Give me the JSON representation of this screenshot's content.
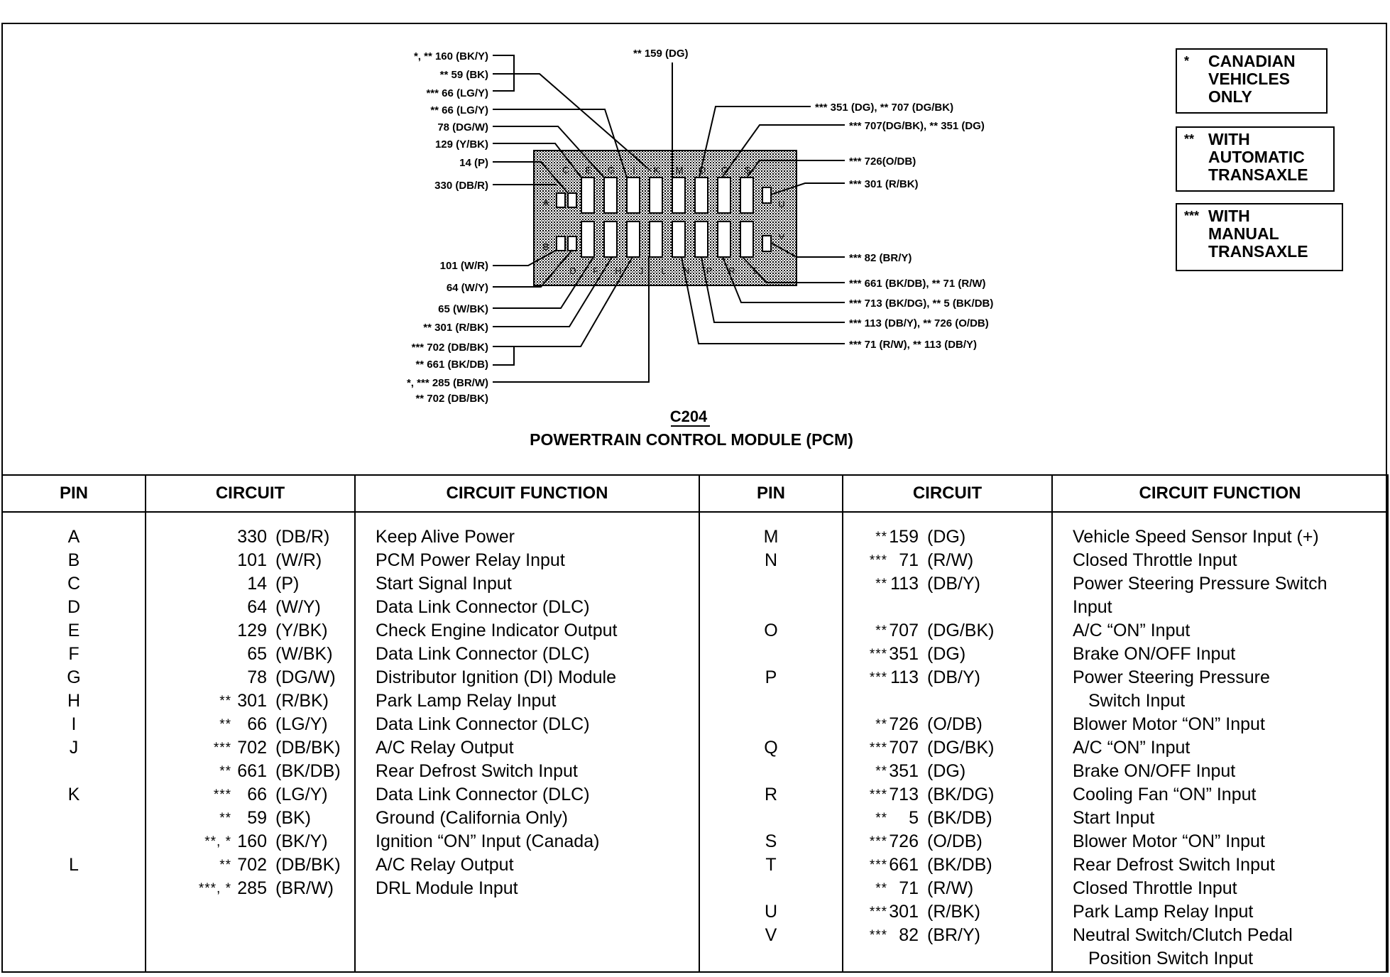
{
  "connector": {
    "id": "C204",
    "name": "POWERTRAIN CONTROL MODULE (PCM)",
    "pin_letters_top": [
      "C",
      "E",
      "G",
      "I",
      "K",
      "M",
      "O",
      "Q",
      "S"
    ],
    "pin_letters_bottom": [
      "D",
      "F",
      "H",
      "J",
      "L",
      "N",
      "P",
      "R",
      "T"
    ],
    "side_letters": [
      "A",
      "B",
      "U",
      "V"
    ]
  },
  "callouts_left": [
    "*, ** 160 (BK/Y)",
    "** 59 (BK)",
    "*** 66 (LG/Y)",
    "** 66 (LG/Y)",
    "78 (DG/W)",
    "129 (Y/BK)",
    "14 (P)",
    "330 (DB/R)",
    "101 (W/R)",
    "64 (W/Y)",
    "65 (W/BK)",
    "** 301 (R/BK)",
    "*** 702 (DB/BK)",
    "** 661 (BK/DB)",
    "*, *** 285 (BR/W)",
    "** 702 (DB/BK)"
  ],
  "callout_top": "** 159 (DG)",
  "callouts_right": [
    "*** 351 (DG), ** 707 (DG/BK)",
    "*** 707(DG/BK), ** 351 (DG)",
    "*** 726(O/DB)",
    "*** 301 (R/BK)",
    "*** 82 (BR/Y)",
    "*** 661 (BK/DB), ** 71 (R/W)",
    "*** 713 (BK/DG), ** 5 (BK/DB)",
    "*** 113 (DB/Y), ** 726 (O/DB)",
    "*** 71 (R/W), ** 113 (DB/Y)"
  ],
  "notes": [
    {
      "mark": "*",
      "text": "CANADIAN\nVEHICLES\nONLY"
    },
    {
      "mark": "**",
      "text": "WITH\nAUTOMATIC\nTRANSAXLE"
    },
    {
      "mark": "***",
      "text": "WITH\nMANUAL\nTRANSAXLE"
    }
  ],
  "table": {
    "headers": [
      "PIN",
      "CIRCUIT",
      "CIRCUIT FUNCTION",
      "PIN",
      "CIRCUIT",
      "CIRCUIT FUNCTION"
    ],
    "left_rows": [
      {
        "pin": "A",
        "mark": "",
        "num": "330",
        "color": "(DB/R)",
        "func": "Keep Alive Power"
      },
      {
        "pin": "B",
        "mark": "",
        "num": "101",
        "color": "(W/R)",
        "func": "PCM Power Relay Input"
      },
      {
        "pin": "C",
        "mark": "",
        "num": "14",
        "color": "(P)",
        "func": "Start Signal Input"
      },
      {
        "pin": "D",
        "mark": "",
        "num": "64",
        "color": "(W/Y)",
        "func": "Data Link Connector (DLC)"
      },
      {
        "pin": "E",
        "mark": "",
        "num": "129",
        "color": "(Y/BK)",
        "func": "Check Engine Indicator Output"
      },
      {
        "pin": "F",
        "mark": "",
        "num": "65",
        "color": "(W/BK)",
        "func": "Data Link Connector (DLC)"
      },
      {
        "pin": "G",
        "mark": "",
        "num": "78",
        "color": "(DG/W)",
        "func": "Distributor Ignition (DI) Module"
      },
      {
        "pin": "H",
        "mark": "**",
        "num": "301",
        "color": "(R/BK)",
        "func": "Park Lamp Relay Input"
      },
      {
        "pin": "I",
        "mark": "**",
        "num": "66",
        "color": "(LG/Y)",
        "func": "Data Link Connector (DLC)"
      },
      {
        "pin": "J",
        "mark": "***",
        "num": "702",
        "color": "(DB/BK)",
        "func": "A/C Relay Output"
      },
      {
        "pin": "",
        "mark": "**",
        "num": "661",
        "color": "(BK/DB)",
        "func": "Rear Defrost Switch Input"
      },
      {
        "pin": "K",
        "mark": "***",
        "num": "66",
        "color": "(LG/Y)",
        "func": "Data Link Connector (DLC)"
      },
      {
        "pin": "",
        "mark": "**",
        "num": "59",
        "color": "(BK)",
        "func": "Ground (California Only)"
      },
      {
        "pin": "",
        "mark": "**, *",
        "num": "160",
        "color": "(BK/Y)",
        "func": "Ignition “ON” Input (Canada)"
      },
      {
        "pin": "L",
        "mark": "**",
        "num": "702",
        "color": "(DB/BK)",
        "func": "A/C Relay Output"
      },
      {
        "pin": "",
        "mark": "***, *",
        "num": "285",
        "color": "(BR/W)",
        "func": "DRL Module Input"
      }
    ],
    "right_rows": [
      {
        "pin": "M",
        "mark": "**",
        "num": "159",
        "color": "(DG)",
        "func": "Vehicle Speed Sensor Input (+)"
      },
      {
        "pin": "N",
        "mark": "***",
        "num": "71",
        "color": "(R/W)",
        "func": "Closed Throttle Input"
      },
      {
        "pin": "",
        "mark": "**",
        "num": "113",
        "color": "(DB/Y)",
        "func": "Power Steering Pressure Switch"
      },
      {
        "pin": "",
        "mark": "",
        "num": "",
        "color": "",
        "func": "Input"
      },
      {
        "pin": "O",
        "mark": "**",
        "num": "707",
        "color": "(DG/BK)",
        "func": "A/C “ON” Input"
      },
      {
        "pin": "",
        "mark": "***",
        "num": "351",
        "color": "(DG)",
        "func": "Brake ON/OFF Input"
      },
      {
        "pin": "P",
        "mark": "***",
        "num": "113",
        "color": "(DB/Y)",
        "func": "Power Steering Pressure"
      },
      {
        "pin": "",
        "mark": "",
        "num": "",
        "color": "",
        "func": "Switch Input",
        "indent": true
      },
      {
        "pin": "",
        "mark": "**",
        "num": "726",
        "color": "(O/DB)",
        "func": "Blower Motor “ON” Input"
      },
      {
        "pin": "Q",
        "mark": "***",
        "num": "707",
        "color": "(DG/BK)",
        "func": "A/C “ON” Input"
      },
      {
        "pin": "",
        "mark": "**",
        "num": "351",
        "color": "(DG)",
        "func": "Brake ON/OFF Input"
      },
      {
        "pin": "R",
        "mark": "***",
        "num": "713",
        "color": "(BK/DG)",
        "func": "Cooling Fan “ON” Input"
      },
      {
        "pin": "",
        "mark": "**",
        "num": "5",
        "color": "(BK/DB)",
        "func": "Start Input"
      },
      {
        "pin": "S",
        "mark": "***",
        "num": "726",
        "color": "(O/DB)",
        "func": "Blower Motor “ON” Input"
      },
      {
        "pin": "T",
        "mark": "***",
        "num": "661",
        "color": "(BK/DB)",
        "func": "Rear Defrost Switch Input"
      },
      {
        "pin": "",
        "mark": "**",
        "num": "71",
        "color": "(R/W)",
        "func": "Closed Throttle Input"
      },
      {
        "pin": "U",
        "mark": "***",
        "num": "301",
        "color": "(R/BK)",
        "func": "Park Lamp Relay Input"
      },
      {
        "pin": "V",
        "mark": "***",
        "num": "82",
        "color": "(BR/Y)",
        "func": "Neutral Switch/Clutch Pedal"
      },
      {
        "pin": "",
        "mark": "",
        "num": "",
        "color": "",
        "func": "Position Switch Input",
        "indent": true
      }
    ]
  }
}
